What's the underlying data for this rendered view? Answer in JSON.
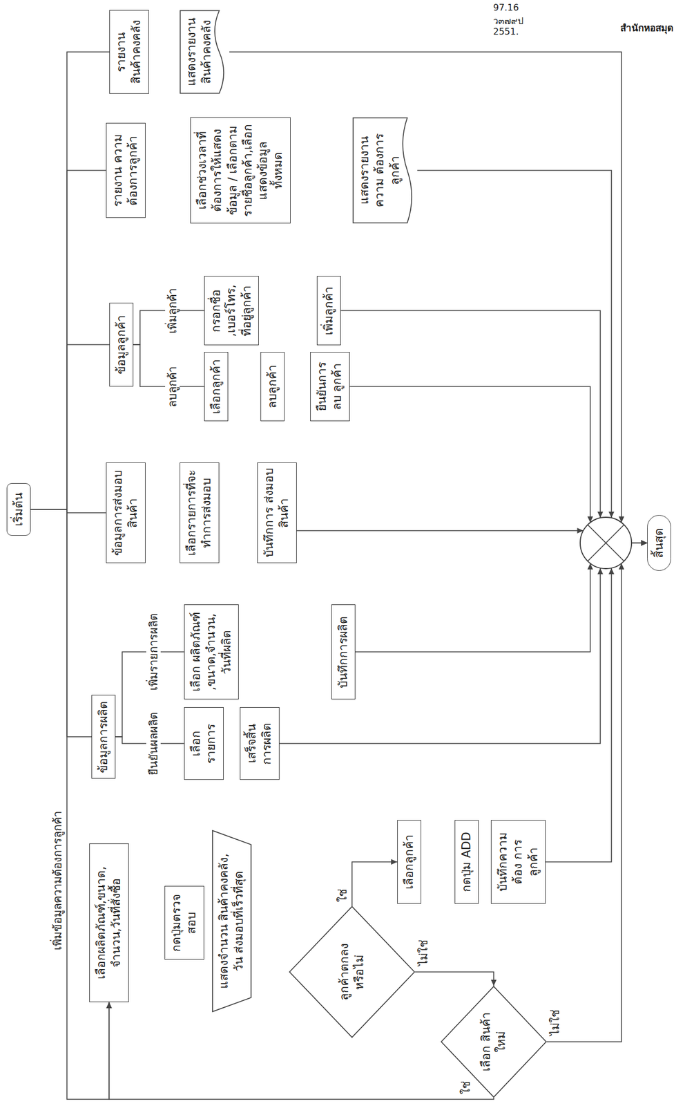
{
  "diagram": {
    "nodes": [
      {
        "text": [
          "เริ่มต้น"
        ]
      },
      {
        "text": [
          "เลือกผลิตภัณฑ์,ขนาด, จำนวน,วันที่สั่งซื้อ"
        ]
      },
      {
        "text": [
          "กดปุ่มตรวจสอบ"
        ]
      },
      {
        "text": [
          "แสดงจำนวน สินค้าคงคลัง, วัน ส่งมอบที่เร็วที่สุด"
        ]
      },
      {
        "text": [
          "ลูกค้าตกลง หรือไม่"
        ]
      },
      {
        "text": [
          "เลือก สินค้าใหม่"
        ]
      },
      {
        "text": [
          "เลือกลูกค้า"
        ]
      },
      {
        "text": [
          "กดปุ่ม ADD"
        ]
      },
      {
        "text": [
          "บันทึกความต้อง การลูกค้า"
        ]
      },
      {
        "text": [
          "ข้อมูลการผลิต"
        ]
      },
      {
        "text": [
          "เลือกรายการ"
        ]
      },
      {
        "text": [
          "เสร็จสิ้น การผลิต"
        ]
      },
      {
        "text": [
          "เลือก ผลิตภัณฑ์ ,ขนาด,จำนวน, วันที่ผลิต"
        ]
      },
      {
        "text": [
          "บันทึกการผลิต"
        ]
      },
      {
        "text": [
          "ข้อมูลการส่งมอบ สินค้า"
        ]
      },
      {
        "text": [
          "เลือกรายการที่จะ ทำการส่งมอบ"
        ]
      },
      {
        "text": [
          "บันทึกการ ส่งมอบสินค้า"
        ]
      },
      {
        "text": [
          "ข้อมูลลูกค้า"
        ]
      },
      {
        "text": [
          "เลือกลูกค้า"
        ]
      },
      {
        "text": [
          "ลบลูกค้า"
        ]
      },
      {
        "text": [
          "ยืนยันการลบ ลูกค้า"
        ]
      },
      {
        "text": [
          "กรอกชื่อ ,เบอร์โทร, ที่อยู่ลูกค้า"
        ]
      },
      {
        "text": [
          "เพิ่มลูกค้า"
        ]
      },
      {
        "text": [
          "รายงาน ความต้องการลูกค้า"
        ]
      },
      {
        "text": [
          "เลือกช่วงเวลาที่ ต้องการให้แสดง ข้อมูล / เลือกตาม รายชื่อลูกค้า,เลือก แสดงข้อมูลทั้งหมด"
        ]
      },
      {
        "text": [
          "แสดงรายงานความ ต้องการลูกค้า"
        ]
      },
      {
        "text": [
          "รายงาน สินค้าคงคลัง"
        ]
      },
      {
        "text": [
          "แสดงรายงาน สินค้าคงคลัง"
        ]
      },
      {
        "text": [
          "สิ้นสุด"
        ]
      }
    ],
    "edges": [
      {
        "from": 0,
        "to": 1,
        "label": "เพิ่มข้อมูลความต้องการลูกค้า",
        "arrow": "to"
      },
      {
        "from": 0,
        "to": 9,
        "arrow": "none"
      },
      {
        "from": 0,
        "to": 14,
        "arrow": "none"
      },
      {
        "from": 0,
        "to": 17,
        "arrow": "none"
      },
      {
        "from": 0,
        "to": 23,
        "arrow": "none"
      },
      {
        "from": 0,
        "to": 26,
        "arrow": "none"
      },
      {
        "from": 4,
        "to": 6,
        "label": "ใช่",
        "arrow": "to"
      },
      {
        "from": 4,
        "to": 5,
        "label": "ไม่ใช่",
        "arrow": "to"
      },
      {
        "from": 5,
        "to": 1,
        "label": "ใช่",
        "arrow": "to"
      },
      {
        "from": 5,
        "to": 28,
        "label": "ไม่ใช่",
        "arrow": "to"
      },
      {
        "from": 8,
        "to": 28,
        "arrow": "to"
      },
      {
        "from": 9,
        "to": 10,
        "label": "ยืนยันผลผลิต",
        "arrow": "none"
      },
      {
        "from": 9,
        "to": 12,
        "label": "เพิ่มรายการผลิต",
        "arrow": "none"
      },
      {
        "from": 11,
        "to": 28,
        "arrow": "to"
      },
      {
        "from": 13,
        "to": 28,
        "arrow": "to"
      },
      {
        "from": 16,
        "to": 28,
        "arrow": "to"
      },
      {
        "from": 17,
        "to": 18,
        "label": "ลบลูกค้า",
        "arrow": "none"
      },
      {
        "from": 17,
        "to": 21,
        "label": "เพิ่มลูกค้า",
        "arrow": "none"
      },
      {
        "from": 20,
        "to": 28,
        "arrow": "to"
      },
      {
        "from": 22,
        "to": 28,
        "arrow": "to"
      },
      {
        "from": 25,
        "to": 28,
        "arrow": "to"
      },
      {
        "from": 27,
        "to": 28,
        "arrow": "to"
      }
    ],
    "labels": [
      "97.16",
      "ว๓๗๙ป",
      "2551.",
      "สำนักหอสมุด"
    ]
  }
}
